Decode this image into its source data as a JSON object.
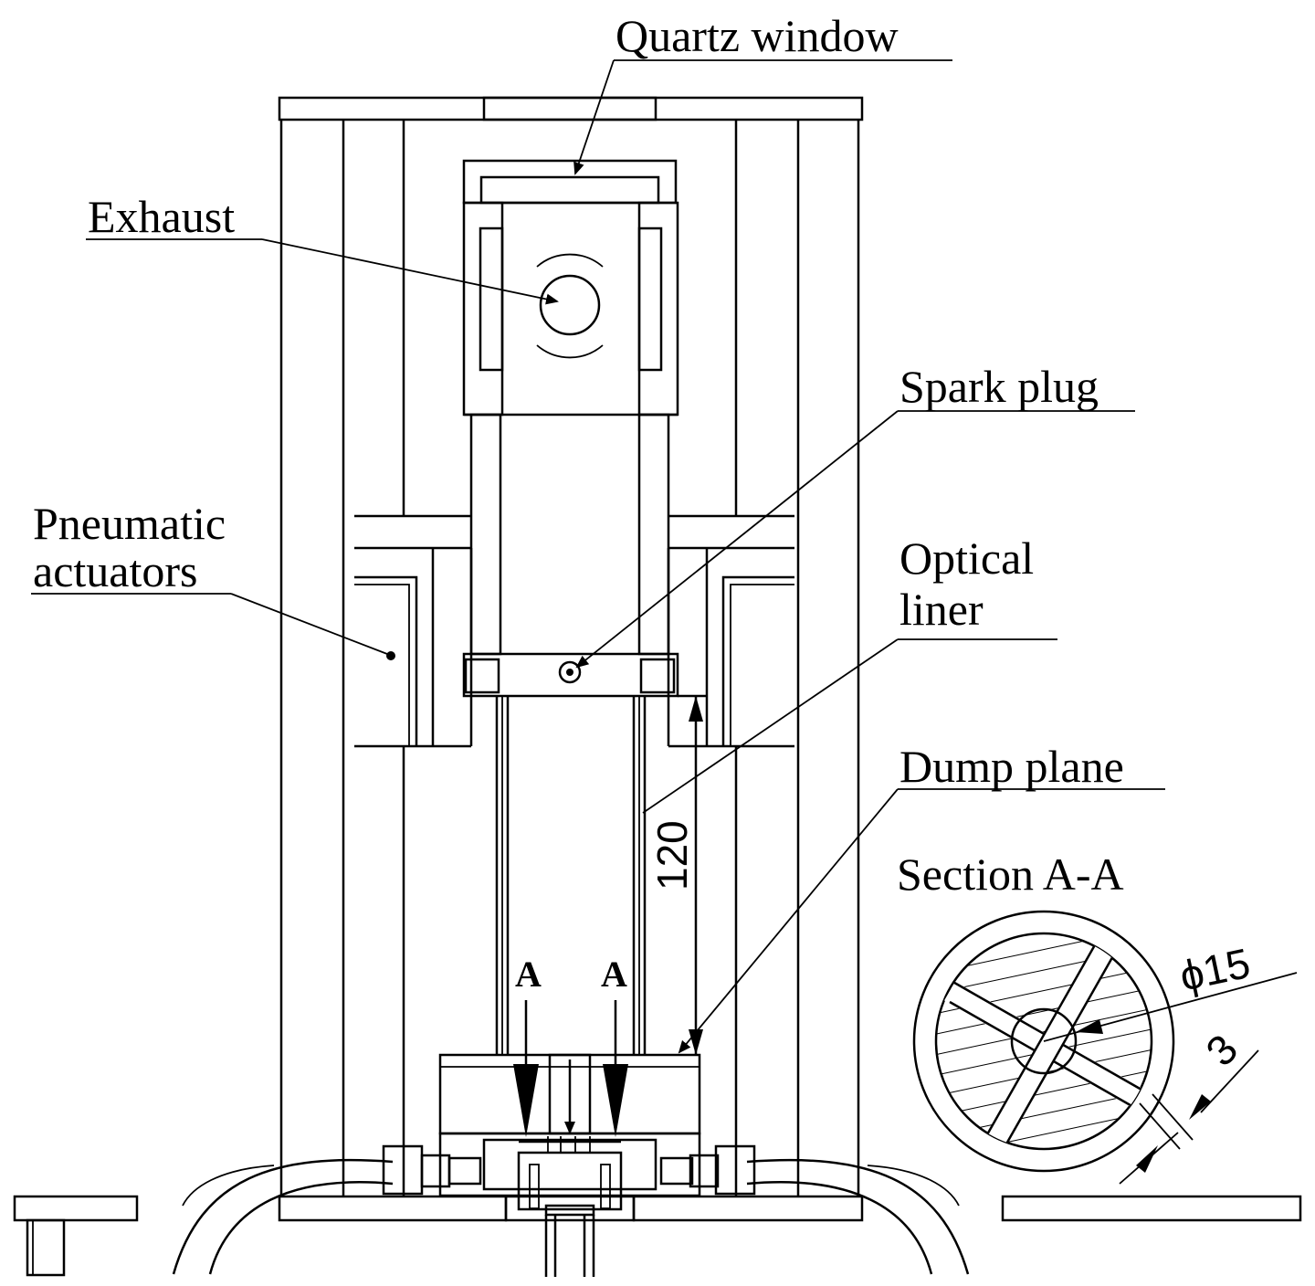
{
  "labels": {
    "quartz_window": "Quartz window",
    "exhaust": "Exhaust",
    "spark_plug": "Spark plug",
    "pneumatic_actuators_line1": "Pneumatic",
    "pneumatic_actuators_line2": "actuators",
    "optical_liner_line1": "Optical",
    "optical_liner_line2": "liner",
    "dump_plane": "Dump plane",
    "section_title": "Section A-A",
    "section_mark_left": "A",
    "section_mark_right": "A"
  },
  "dimensions": {
    "liner_length": "120",
    "diameter": "ϕ15",
    "gap": "3"
  },
  "colors": {
    "line": "#000000",
    "background": "#ffffff"
  }
}
